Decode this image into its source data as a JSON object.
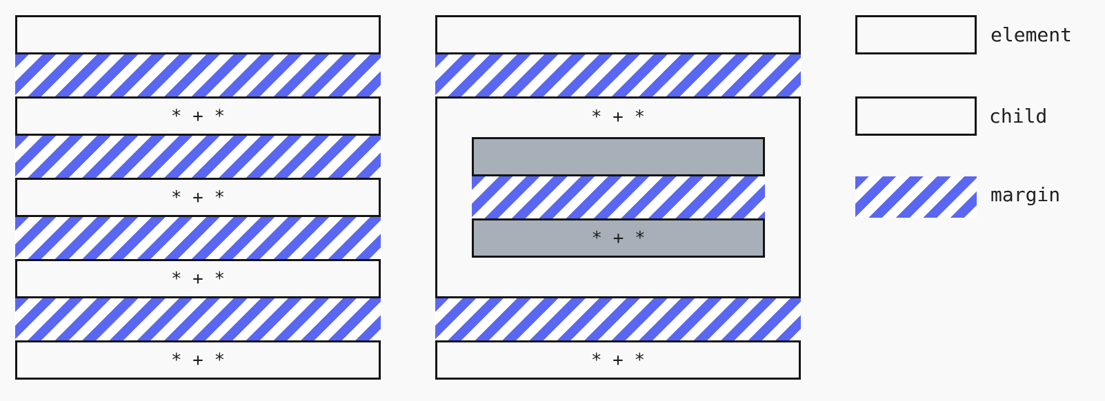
{
  "selector": "* + *",
  "colors": {
    "background": "#f9f9f9",
    "border": "#141414",
    "child_fill": "#a7b0b9",
    "margin_stripe": "#5a67f2",
    "margin_stripe_alt": "#ffffff"
  },
  "legend": {
    "element": "element",
    "child": "child",
    "margin": "margin"
  }
}
